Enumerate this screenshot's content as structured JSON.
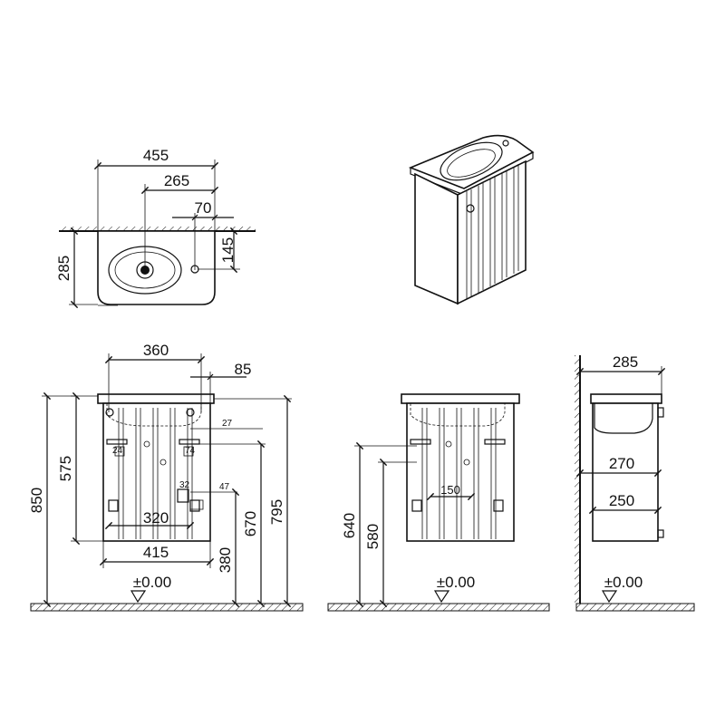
{
  "top_view": {
    "width": "455",
    "tap_offset": "265",
    "tap_hole": "70",
    "depth": "285",
    "hole_from_back": "145"
  },
  "front_view": {
    "top_width": "360",
    "side_offset": "85",
    "dim_27": "27",
    "dim_24": "24",
    "dim_74": "74",
    "dim_32": "32",
    "dim_47": "47",
    "dim_320": "320",
    "bottom_width": "415",
    "cabinet_height": "575",
    "total_height": "850",
    "height_795": "795",
    "height_670": "670",
    "height_380": "380",
    "floor_label": "±0.00"
  },
  "middle_view": {
    "dim_150": "150",
    "height_640": "640",
    "height_580": "580",
    "floor_label": "±0.00"
  },
  "side_view": {
    "depth": "285",
    "depth_270": "270",
    "depth_250": "250",
    "floor_label": "±0.00"
  }
}
